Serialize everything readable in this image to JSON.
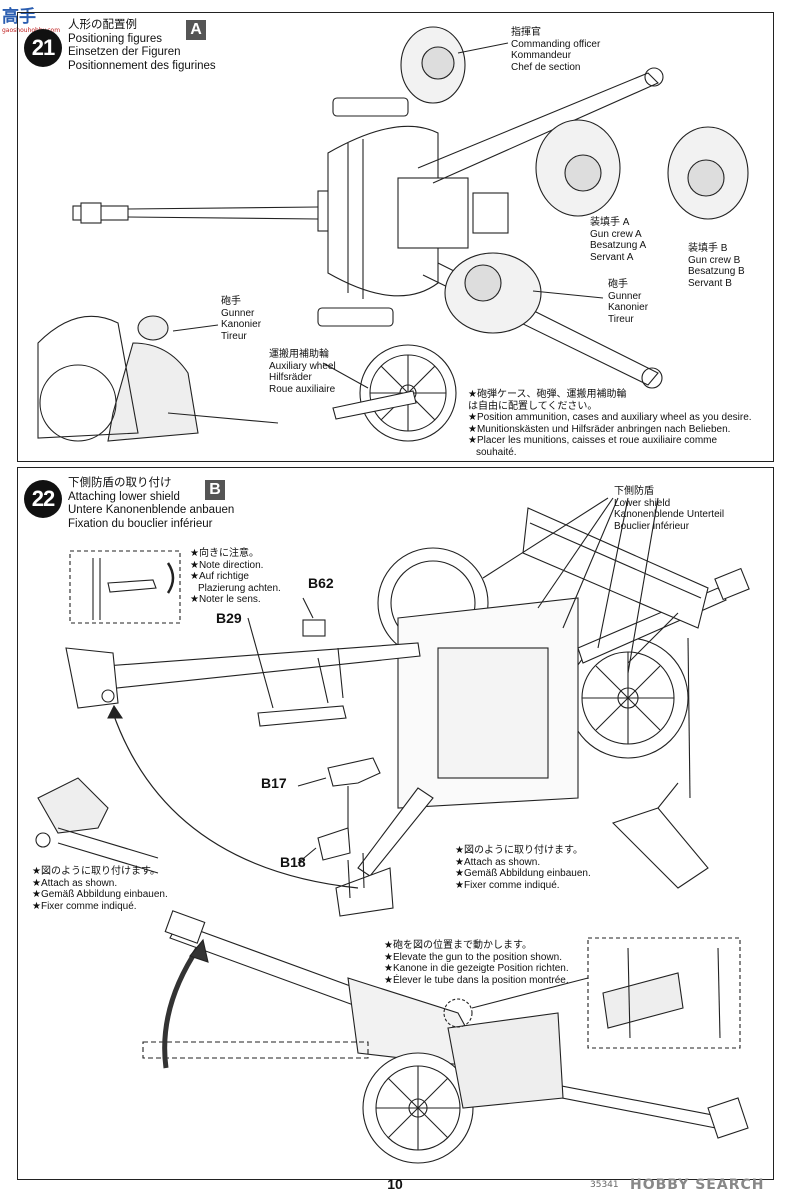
{
  "page_number": "10",
  "watermark_top": {
    "text": "高手",
    "sub": "gaoshouhobby.com"
  },
  "watermark_bottom": {
    "text": "HOBBY SEARCH",
    "code": "35341"
  },
  "step21": {
    "number": "21",
    "section": "A",
    "title": [
      "人形の配置例",
      "Positioning figures",
      "Einsetzen der Figuren",
      "Positionnement des figurines"
    ],
    "commanding_officer": [
      "指揮官",
      "Commanding officer",
      "Kommandeur",
      "Chef de section"
    ],
    "gun_crew_a": [
      "装填手 A",
      "Gun crew A",
      "Besatzung A",
      "Servant A"
    ],
    "gun_crew_b": [
      "装填手 B",
      "Gun crew B",
      "Besatzung B",
      "Servant B"
    ],
    "gunner_right": [
      "砲手",
      "Gunner",
      "Kanonier",
      "Tireur"
    ],
    "gunner_left": [
      "砲手",
      "Gunner",
      "Kanonier",
      "Tireur"
    ],
    "aux_wheel": [
      "運搬用補助輪",
      "Auxiliary wheel",
      "Hilfsräder",
      "Roue auxiliaire"
    ],
    "note": [
      "★砲弾ケース、砲弾、運搬用補助輪",
      "は自由に配置してください。",
      "★Position ammunition, cases and auxiliary wheel as you desire.",
      "★Munitionskästen und Hilfsräder anbringen nach Belieben.",
      "★Placer les munitions, caisses et roue auxiliaire comme",
      "souhaité."
    ]
  },
  "step22": {
    "number": "22",
    "section": "B",
    "title": [
      "下側防盾の取り付け",
      "Attaching lower shield",
      "Untere Kanonenblende anbauen",
      "Fixation du bouclier inférieur"
    ],
    "lower_shield": [
      "下側防盾",
      "Lower shield",
      "Kanonenblende Unterteil",
      "Bouclier inférieur"
    ],
    "direction_note": [
      "★向きに注意。",
      "★Note direction.",
      "★Auf richtige",
      "Plazierung achten.",
      "★Noter le sens."
    ],
    "parts": {
      "b62": "B62",
      "b29": "B29",
      "b17": "B17",
      "b18": "B18"
    },
    "attach_note_left": [
      "★図のように取り付けます。",
      "★Attach as shown.",
      "★Gemäß Abbildung einbauen.",
      "★Fixer comme indiqué."
    ],
    "attach_note_right": [
      "★図のように取り付けます。",
      "★Attach as shown.",
      "★Gemäß Abbildung einbauen.",
      "★Fixer comme indiqué."
    ],
    "elevate_note": [
      "★砲を図の位置まで動かします。",
      "★Elevate the gun to the position shown.",
      "★Kanone in die gezeigte Position richten.",
      "★Élever le tube dans la position montrée."
    ]
  }
}
